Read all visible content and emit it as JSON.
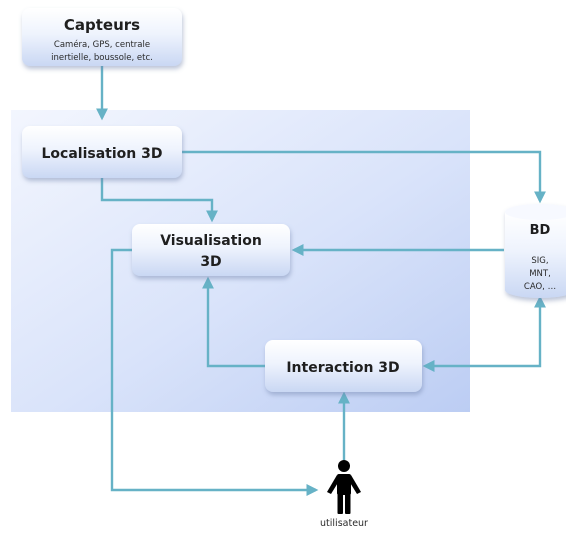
{
  "diagram": {
    "capteurs": {
      "title": "Capteurs",
      "line1": "Caméra, GPS, centrale",
      "line2": "inertielle, boussole, etc."
    },
    "localisation": {
      "title": "Localisation 3D"
    },
    "visualisation": {
      "line1": "Visualisation",
      "line2": "3D"
    },
    "interaction": {
      "title": "Interaction 3D"
    },
    "bd": {
      "title": "BD",
      "line1": "SIG,",
      "line2": "MNT,",
      "line3": "CAO, …"
    },
    "user": {
      "label": "utilisateur"
    }
  },
  "colors": {
    "arrow": "#66b2c6",
    "panel": "#cdd9f7",
    "box_top": "#ffffff",
    "box_bottom": "#cfdcf5"
  },
  "icons": {
    "user": "person-icon"
  }
}
